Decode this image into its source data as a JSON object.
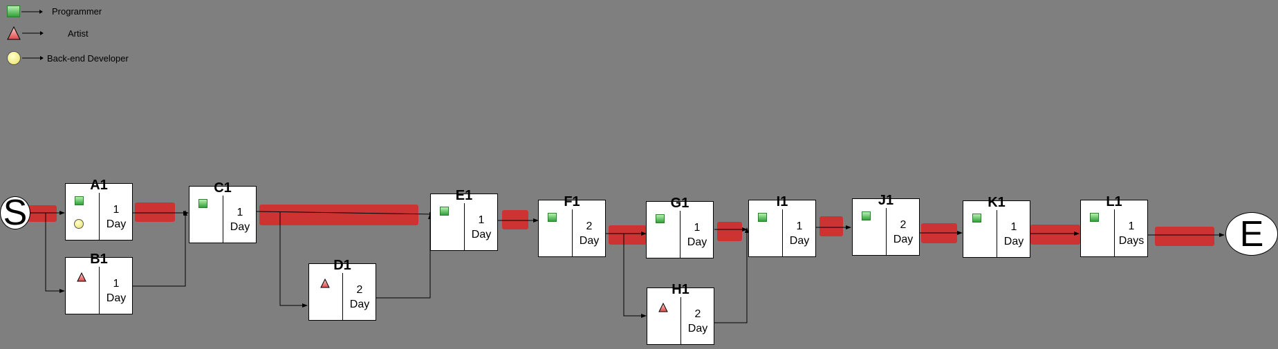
{
  "legend": [
    {
      "label": "Programmer",
      "icon": "green-square-icon"
    },
    {
      "label": "Artist",
      "icon": "red-triangle-icon"
    },
    {
      "label": "Back-end Developer",
      "icon": "yellow-circle-icon"
    }
  ],
  "start": "S",
  "end": "E",
  "nodes": {
    "A1": {
      "name": "A1",
      "duration": "1",
      "unit": "Day"
    },
    "B1": {
      "name": "B1",
      "duration": "1",
      "unit": "Day"
    },
    "C1": {
      "name": "C1",
      "duration": "1",
      "unit": "Day"
    },
    "D1": {
      "name": "D1",
      "duration": "2",
      "unit": "Day"
    },
    "E1": {
      "name": "E1",
      "duration": "1",
      "unit": "Day"
    },
    "F1": {
      "name": "F1",
      "duration": "2",
      "unit": "Day"
    },
    "G1": {
      "name": "G1",
      "duration": "1",
      "unit": "Day"
    },
    "H1": {
      "name": "H1",
      "duration": "2",
      "unit": "Day"
    },
    "I1": {
      "name": "I1",
      "duration": "1",
      "unit": "Day"
    },
    "J1": {
      "name": "J1",
      "duration": "2",
      "unit": "Day"
    },
    "K1": {
      "name": "K1",
      "duration": "1",
      "unit": "Day"
    },
    "L1": {
      "name": "L1",
      "duration": "1",
      "unit": "Days"
    }
  },
  "colors": {
    "background": "#7f7f7f",
    "critical_path": "#d32f2f",
    "programmer": "#3caa3c",
    "artist": "#f07070",
    "backend": "#f2ec7a"
  }
}
